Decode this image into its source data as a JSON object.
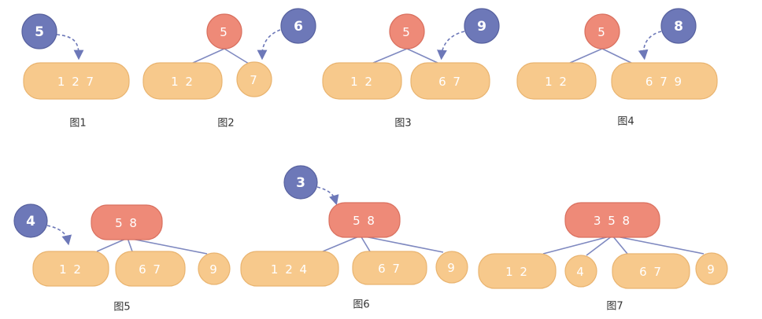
{
  "colors": {
    "leaf": "#f7c98c",
    "leaf_edge": "#e9b470",
    "inner": "#ee8a78",
    "inner_edge": "#d9705f",
    "bubble": "#6d78b8",
    "bubble_edge": "#58629f",
    "arrow": "#6d78b8",
    "edge_line": "#7f89c0",
    "caption": "#333333"
  },
  "figures": [
    {
      "caption": "图1",
      "inserted_key": "5",
      "nodes": [
        {
          "id": "n1",
          "kind": "leaf",
          "keys": "1 2 7"
        }
      ],
      "edges": []
    },
    {
      "caption": "图2",
      "inserted_key": "6",
      "nodes": [
        {
          "id": "r",
          "kind": "inner-circle",
          "keys": "5"
        },
        {
          "id": "a",
          "kind": "leaf",
          "keys": "1 2"
        },
        {
          "id": "b",
          "kind": "leaf-circle",
          "keys": "7"
        }
      ],
      "edges": [
        [
          "r",
          "a"
        ],
        [
          "r",
          "b"
        ]
      ]
    },
    {
      "caption": "图3",
      "inserted_key": "9",
      "nodes": [
        {
          "id": "r",
          "kind": "inner-circle",
          "keys": "5"
        },
        {
          "id": "a",
          "kind": "leaf",
          "keys": "1 2"
        },
        {
          "id": "b",
          "kind": "leaf",
          "keys": "6 7"
        }
      ],
      "edges": [
        [
          "r",
          "a"
        ],
        [
          "r",
          "b"
        ]
      ]
    },
    {
      "caption": "图4",
      "inserted_key": "8",
      "nodes": [
        {
          "id": "r",
          "kind": "inner-circle",
          "keys": "5"
        },
        {
          "id": "a",
          "kind": "leaf",
          "keys": "1 2"
        },
        {
          "id": "b",
          "kind": "leaf",
          "keys": "6 7 9"
        }
      ],
      "edges": [
        [
          "r",
          "a"
        ],
        [
          "r",
          "b"
        ]
      ]
    },
    {
      "caption": "图5",
      "inserted_key": "4",
      "nodes": [
        {
          "id": "r",
          "kind": "inner",
          "keys": "5 8"
        },
        {
          "id": "a",
          "kind": "leaf",
          "keys": "1 2"
        },
        {
          "id": "b",
          "kind": "leaf",
          "keys": "6 7"
        },
        {
          "id": "c",
          "kind": "leaf-circle",
          "keys": "9"
        }
      ],
      "edges": [
        [
          "r",
          "a"
        ],
        [
          "r",
          "b"
        ],
        [
          "r",
          "c"
        ]
      ]
    },
    {
      "caption": "图6",
      "inserted_key": "3",
      "nodes": [
        {
          "id": "r",
          "kind": "inner",
          "keys": "5 8"
        },
        {
          "id": "a",
          "kind": "leaf",
          "keys": "1 2 4"
        },
        {
          "id": "b",
          "kind": "leaf",
          "keys": "6 7"
        },
        {
          "id": "c",
          "kind": "leaf-circle",
          "keys": "9"
        }
      ],
      "edges": [
        [
          "r",
          "a"
        ],
        [
          "r",
          "b"
        ],
        [
          "r",
          "c"
        ]
      ]
    },
    {
      "caption": "图7",
      "inserted_key": "",
      "nodes": [
        {
          "id": "r",
          "kind": "inner",
          "keys": "3 5 8"
        },
        {
          "id": "a",
          "kind": "leaf",
          "keys": "1 2"
        },
        {
          "id": "b",
          "kind": "leaf-circle",
          "keys": "4"
        },
        {
          "id": "c",
          "kind": "leaf",
          "keys": "6 7"
        },
        {
          "id": "d",
          "kind": "leaf-circle",
          "keys": "9"
        }
      ],
      "edges": [
        [
          "r",
          "a"
        ],
        [
          "r",
          "b"
        ],
        [
          "r",
          "c"
        ],
        [
          "r",
          "d"
        ]
      ]
    }
  ]
}
